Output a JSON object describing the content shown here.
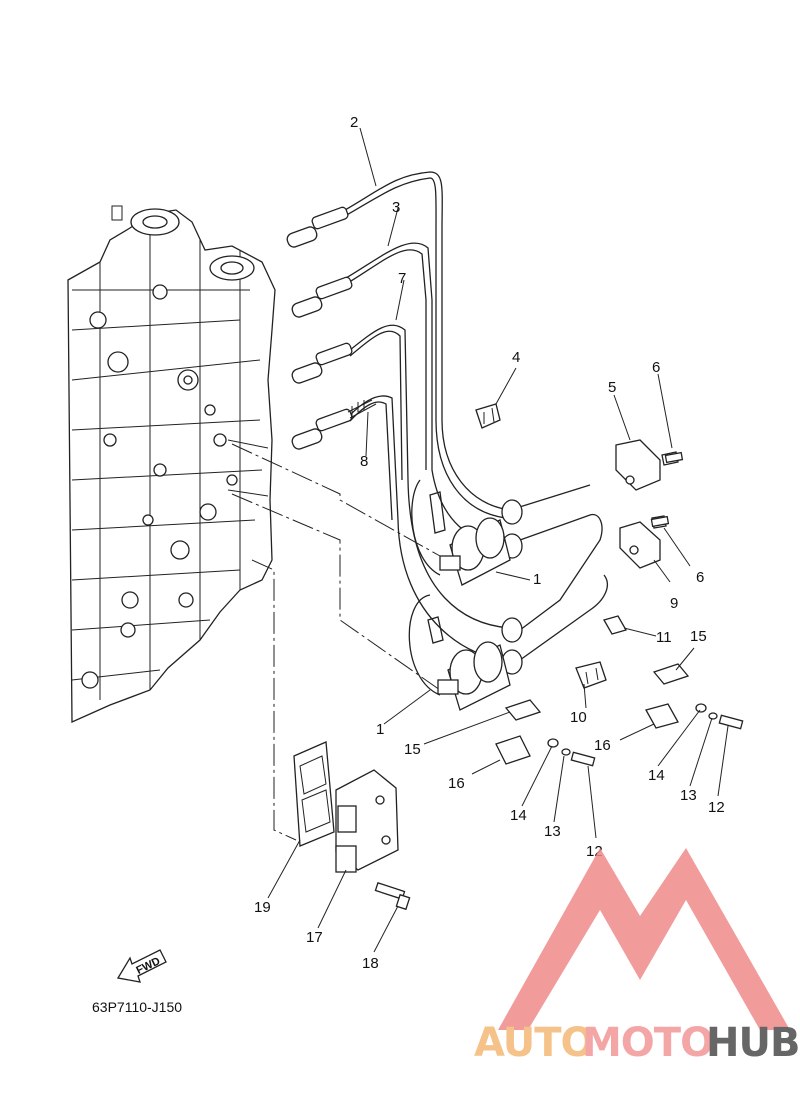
{
  "diagram": {
    "part_code": "63P7110-J150",
    "fwd_label": "FWD",
    "callouts": [
      "1",
      "1",
      "2",
      "3",
      "4",
      "5",
      "6",
      "6",
      "7",
      "8",
      "9",
      "10",
      "11",
      "12",
      "12",
      "13",
      "13",
      "14",
      "14",
      "15",
      "15",
      "16",
      "16",
      "17",
      "18",
      "19"
    ]
  },
  "watermark": {
    "part1": "AUTO",
    "part2": "MOTO",
    "part3": "HUB",
    "color1": "#f5c28a",
    "color2": "#f4a6a6",
    "color3": "#666666",
    "logo_color": "#f08a8a"
  }
}
